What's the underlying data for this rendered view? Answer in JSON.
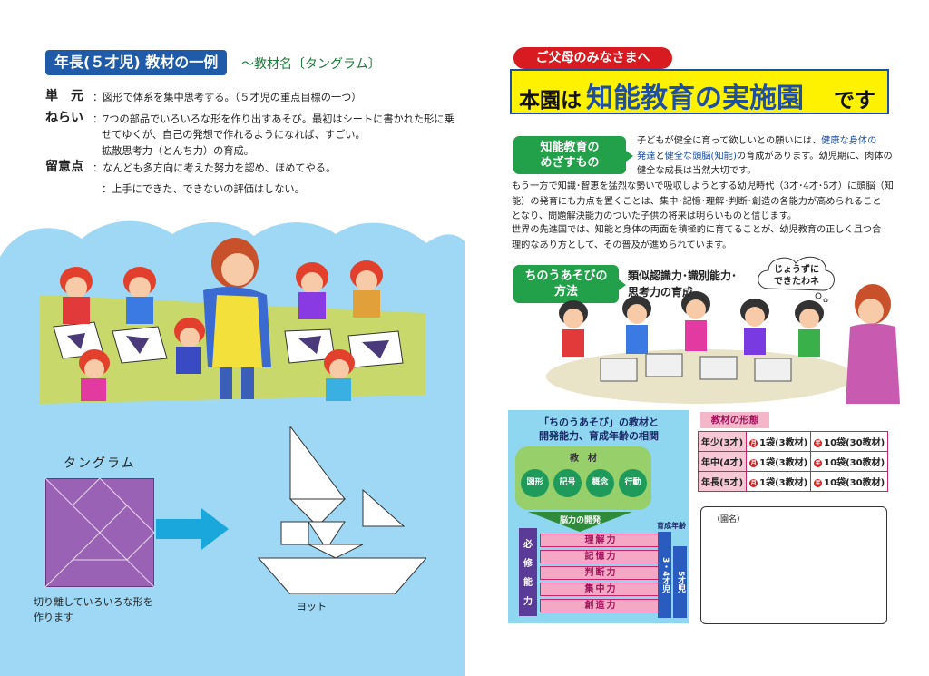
{
  "left": {
    "heading": "年長(５才児) 教材の一例",
    "subheading": "〜教材名〔タングラム〕",
    "unit_label": "単　元",
    "unit_text": "：図形で体系を集中思考する。（５才児の重点目標の一つ）",
    "aim_label": "ねらい",
    "aim_text_1": "：7つの部品でいろいろな形を作り出すあそび。最初はシートに書かれた形に乗",
    "aim_text_2": "せてゆくが、自己の発想で作れるようになれば、すごい。",
    "aim_text_3": "拡散思考力（とんち力）の育成。",
    "caution_label": "留意点",
    "caution_text_1": "：なんども多方向に考えた努力を認め、ほめてやる。",
    "caution_text_2": "：上手にできた、できないの評価はしない。",
    "tangram_title": "タングラム",
    "tangram_caption_1": "切り離していろいろな形を",
    "tangram_caption_2": "作ります",
    "yacht_caption": "ヨット"
  },
  "right": {
    "notice": "ご父母のみなさまへ",
    "title_a": "本園は",
    "title_b": "知能教育の実施園",
    "title_c": "です",
    "section1_badge_1": "知能教育の",
    "section1_badge_2": "めざすもの",
    "p1_a": "子どもが健全に育って欲しいとの願いには、",
    "p1_hl1": "健康な身体の",
    "p1_hl2": "発達",
    "p1_b": "と",
    "p1_hl3": "健全な頭脳(知能)",
    "p1_c": "の育成があります。幼児期に、肉体の",
    "p1_d": "健全な成長は当然大切です。",
    "p2_1": "もう一方で知識･智恵を猛烈な勢いで吸収しようとする幼児時代（3才･4才･5才）に頭脳（知",
    "p2_2": "能）の発育にも力点を置くことは、集中･記憶･理解･判断･創造の各能力が高められること",
    "p2_3": "となり、問題解決能力のついた子供の将来は明らいものと信じます。",
    "p3_1": "世界の先進国では、知能と身体の両面を積極的に育てることが、幼児教育の正しく且つ合",
    "p3_2": "理的なあり方として、その普及が進められています。",
    "section2_badge_1": "ちのうあそびの",
    "section2_badge_2": "方法",
    "feature_1": "類似認識力･識別能力･",
    "feature_2": "思考力の育成",
    "bubble_1": "じょうずに",
    "bubble_2": "できたわネ",
    "chart": {
      "title_1": "「ちのうあそび」の教材と",
      "title_2": "開発能力、育成年齢の相関",
      "materials_label": "教　材",
      "materials": [
        "図形",
        "記号",
        "概念",
        "行動"
      ],
      "dev_label": "脳力の開発",
      "required_label": "必 修 能 力",
      "abilities": [
        "理解力",
        "記憶力",
        "判断力",
        "集中力",
        "創造力"
      ],
      "age_label": "育成年齢",
      "age_1": "3・4才児",
      "age_2": "5才児"
    },
    "forms": {
      "title": "教材の形態",
      "rows": [
        {
          "grade": "年少(3才)",
          "monthly": "1袋(3教材)",
          "yearly": "10袋(30教材)"
        },
        {
          "grade": "年中(4才)",
          "monthly": "1袋(3教材)",
          "yearly": "10袋(30教材)"
        },
        {
          "grade": "年長(5才)",
          "monthly": "1袋(3教材)",
          "yearly": "10袋(30教材)"
        }
      ],
      "monthly_mark": "月",
      "yearly_mark": "年"
    },
    "school_name_label": "（園名）"
  },
  "colors": {
    "heading_blue": "#1f5ba8",
    "badge_green": "#22a04a",
    "title_yellow": "#fff200",
    "notice_red": "#d81b20",
    "sky": "#9fd8f4",
    "tangram_purple": "#9a62b4"
  }
}
